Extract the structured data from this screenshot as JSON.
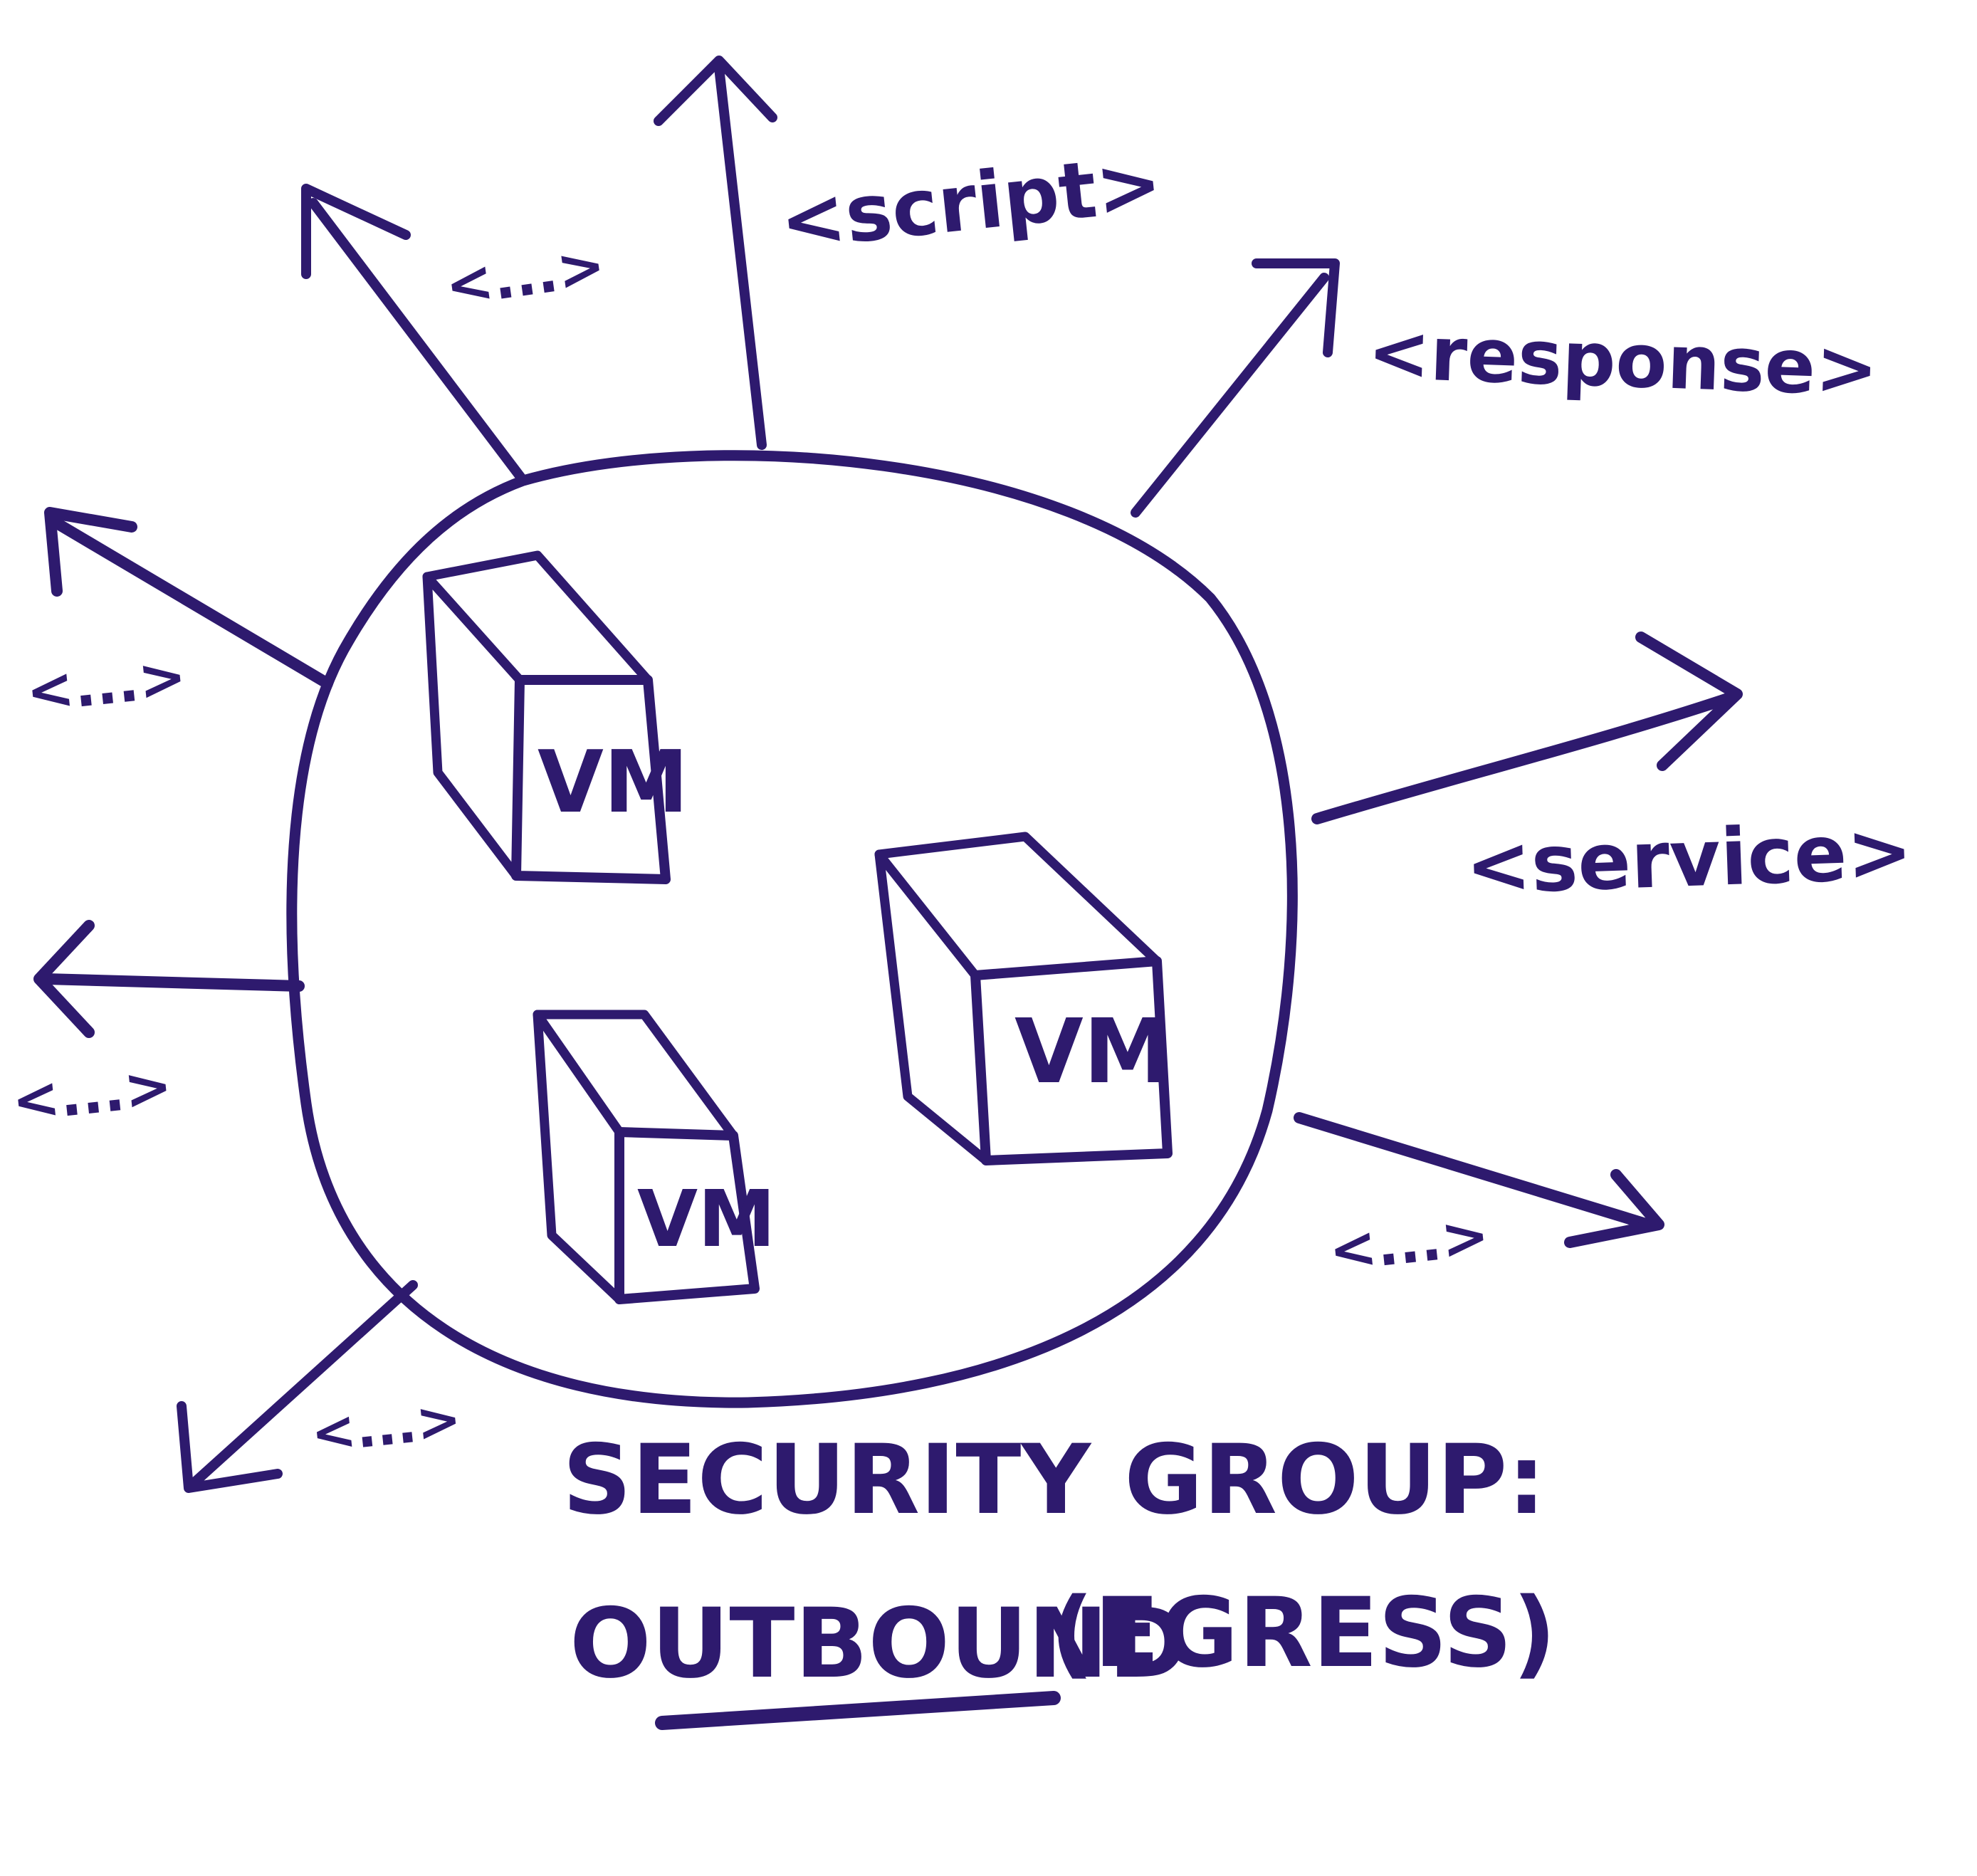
{
  "diagram": {
    "group_label_line1": "SECURITY GROUP:",
    "group_label_line2_part1": "OUTBOUND",
    "group_label_line2_part2": "(EGRESS)",
    "vm_label": "VM",
    "arrows": [
      {
        "label": "<script>"
      },
      {
        "label": "<...>"
      },
      {
        "label": "<response>"
      },
      {
        "label": "<service>"
      },
      {
        "label": "<...>"
      },
      {
        "label": "<...>"
      },
      {
        "label": "<...>"
      },
      {
        "label": "<...>"
      }
    ],
    "ink_color": "#2e1a6e"
  }
}
